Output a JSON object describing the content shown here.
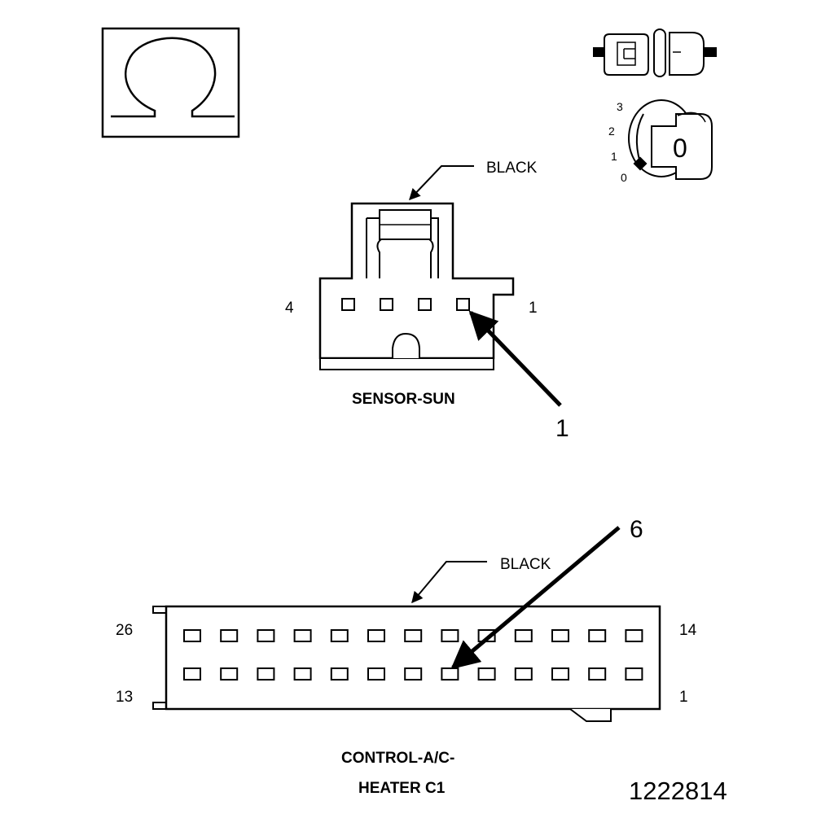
{
  "ohm_icon": {
    "icon": "ohm-symbol-icon"
  },
  "connector_icon": {
    "icon": "connector-disconnected-icon"
  },
  "ignition_icon": {
    "icon": "ignition-key-icon",
    "positions": [
      "3",
      "2",
      "1",
      "0"
    ],
    "key_label": "0"
  },
  "sensor_sun": {
    "name": "SENSOR-SUN",
    "color_label": "BLACK",
    "pin_left": "4",
    "pin_right": "1",
    "callout": "1",
    "cavities": 4
  },
  "control_heater": {
    "name_line1": "CONTROL-A/C-",
    "name_line2": "HEATER C1",
    "color_label": "BLACK",
    "top_left": "26",
    "top_right": "14",
    "bottom_left": "13",
    "bottom_right": "1",
    "callout": "6",
    "columns": 13
  },
  "figure_number": "1222814"
}
